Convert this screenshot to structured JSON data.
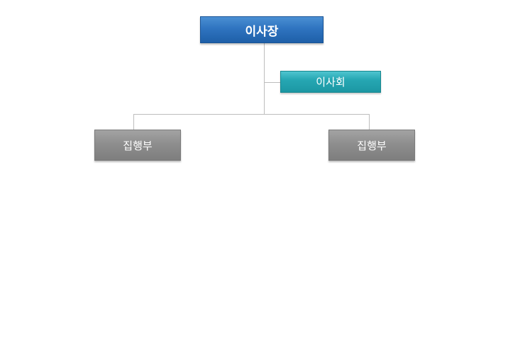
{
  "org_chart": {
    "root": {
      "label": "이사장"
    },
    "assistant": {
      "label": "이사회"
    },
    "children": [
      {
        "label": "집행부"
      },
      {
        "label": "집행부"
      }
    ]
  },
  "colors": {
    "root": "#2f74c0",
    "assistant": "#26a7b3",
    "children": "#8e8e8e",
    "connector": "#bdbdbd"
  }
}
